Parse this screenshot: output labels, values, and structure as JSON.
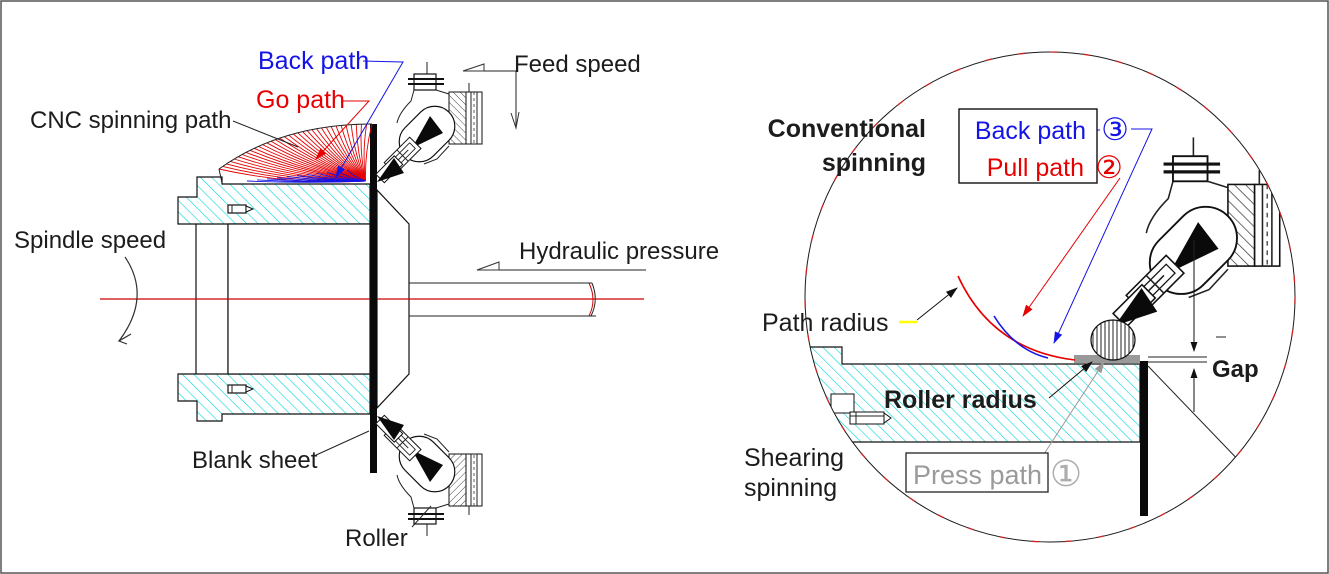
{
  "left_diagram": {
    "labels": {
      "back_path": "Back path",
      "go_path": "Go path",
      "cnc_spinning_path": "CNC spinning path",
      "spindle_speed": "Spindle speed",
      "feed_speed": "Feed speed",
      "hydraulic_pressure": "Hydraulic pressure",
      "blank_sheet": "Blank sheet",
      "roller": "Roller"
    }
  },
  "right_diagram": {
    "labels": {
      "conventional_spinning_line1": "Conventional",
      "conventional_spinning_line2": "spinning",
      "back_path": "Back path",
      "back_path_number": "③",
      "pull_path": "Pull path",
      "pull_path_number": "②",
      "path_radius": "Path radius",
      "roller_radius": "Roller radius",
      "shearing_spinning_line1": "Shearing",
      "shearing_spinning_line2": "spinning",
      "press_path": "Press path",
      "press_path_number": "①",
      "gap": "Gap"
    }
  },
  "colors": {
    "go_path_red": "#e60000",
    "back_path_blue": "#1414e6",
    "blank_cyan_hatch": "#00d8d8",
    "press_path_gray": "#9a9a9a",
    "centerline_red": "#cc0000",
    "path_radius_marker_yellow": "#ffff00",
    "detail_circle_red_dash": "#cc2222"
  }
}
